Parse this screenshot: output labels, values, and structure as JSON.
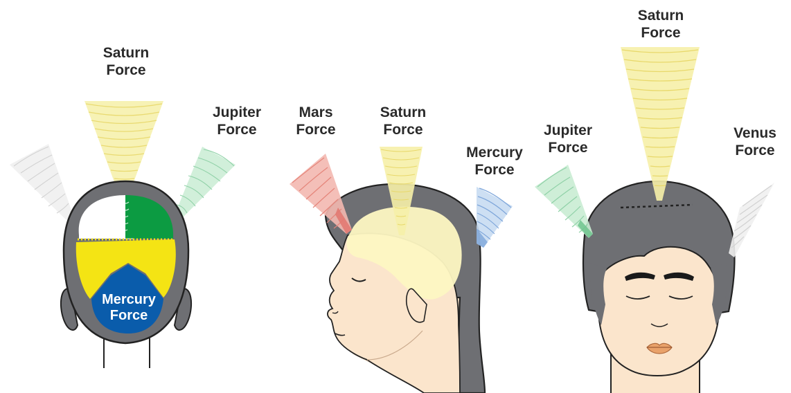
{
  "colors": {
    "hair": "#6e6f73",
    "hair_outline": "#222222",
    "skin": "#fbe5cc",
    "saturn": "#f6f0a8",
    "jupiter": "#b9e6c8",
    "mars": "#ee9a90",
    "mercury": "#9ec0e6",
    "venus": "#e6e6e6",
    "green_region": "#0c9b42",
    "yellow_region": "#f4e414",
    "blue_region": "#0a5cab"
  },
  "labels": {
    "left_saturn": [
      "Saturn",
      "Force"
    ],
    "left_jupiter": [
      "Jupiter",
      "Force"
    ],
    "left_mercury": [
      "Mercury",
      "Force"
    ],
    "mid_mars": [
      "Mars",
      "Force"
    ],
    "mid_saturn": [
      "Saturn",
      "Force"
    ],
    "mid_mercury": [
      "Mercury",
      "Force"
    ],
    "right_saturn": [
      "Saturn",
      "Force"
    ],
    "right_jupiter": [
      "Jupiter",
      "Force"
    ],
    "right_venus": [
      "Venus",
      "Force"
    ]
  }
}
